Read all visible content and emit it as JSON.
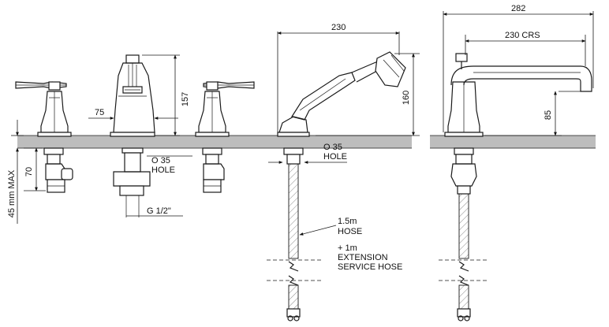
{
  "labels": {
    "d157": "157",
    "d75": "75",
    "d70": "70",
    "d45max": "45 mm MAX",
    "hole_a1": "O 35",
    "hole_a2": "HOLE",
    "thread": "G 1/2\"",
    "d230_hand": "230",
    "d160": "160",
    "hole_b1": "O 35",
    "hole_b2": "HOLE",
    "hose1": "1.5m",
    "hose2": "HOSE",
    "ext1": "+ 1m",
    "ext2": "EXTENSION",
    "ext3": "SERVICE HOSE",
    "d282": "282",
    "d230crs": "230  CRS",
    "d85": "85"
  }
}
